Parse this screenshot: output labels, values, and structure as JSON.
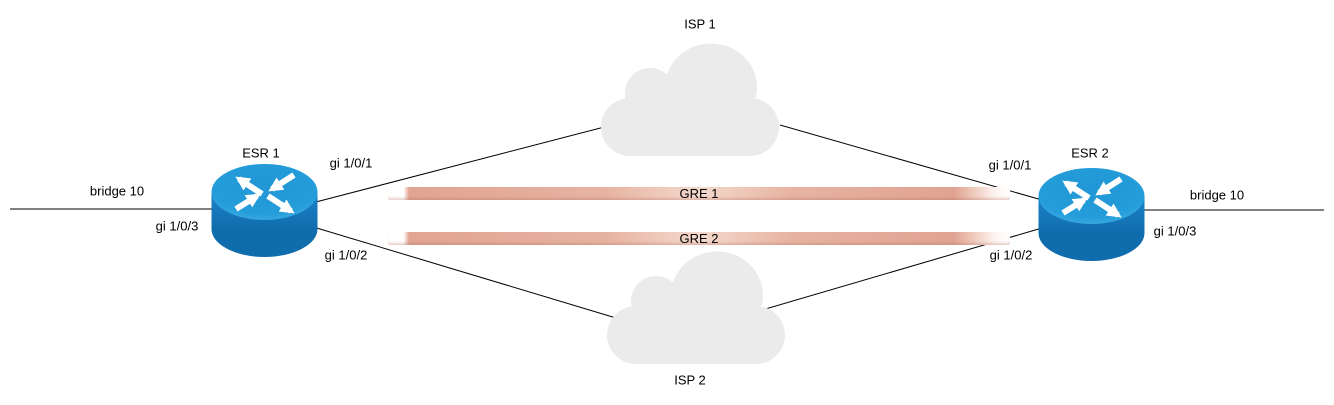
{
  "diagram": {
    "type": "network-topology",
    "nodes": {
      "esr1": {
        "label": "ESR 1",
        "kind": "router"
      },
      "esr2": {
        "label": "ESR 2",
        "kind": "router"
      },
      "isp1": {
        "label": "ISP 1",
        "kind": "cloud"
      },
      "isp2": {
        "label": "ISP 2",
        "kind": "cloud"
      }
    },
    "tunnels": [
      {
        "label": "GRE 1"
      },
      {
        "label": "GRE 2"
      }
    ],
    "interface_labels": {
      "esr1_gi1": "gi 1/0/1",
      "esr1_gi2": "gi 1/0/2",
      "esr1_gi3": "gi 1/0/3",
      "esr1_bridge": "bridge 10",
      "esr2_gi1": "gi 1/0/1",
      "esr2_gi2": "gi 1/0/2",
      "esr2_gi3": "gi 1/0/3",
      "esr2_bridge": "bridge 10"
    },
    "colors": {
      "router_top": "#259dda",
      "router_top_rim": "#4db6e8",
      "router_body": "#1b83c9",
      "router_body_dark": "#106dad",
      "cloud": "#ebebeb",
      "tunnel": "#e2a997",
      "tunnel_center": "#f4d9cd",
      "connector_line": "#000000",
      "text": "#000000",
      "background": "#ffffff"
    }
  }
}
